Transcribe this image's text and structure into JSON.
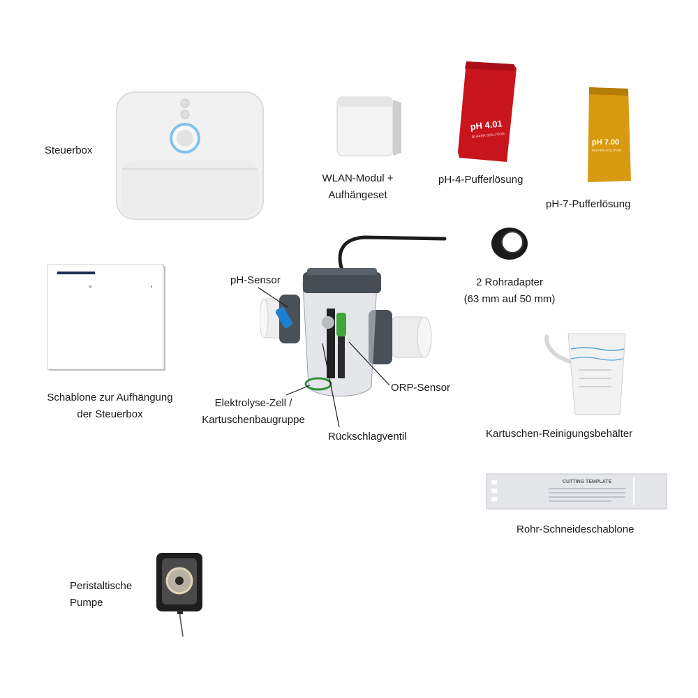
{
  "labels": {
    "control_box": "Steuerbox",
    "wifi_module_line1": "WLAN-Modul +",
    "wifi_module_line2": "Aufhängeset",
    "ph4_buffer": "pH-4-Pufferlösung",
    "ph7_buffer": "pH-7-Pufferlösung",
    "pipe_adapter_line1": "2 Rohradapter",
    "pipe_adapter_line2": "(63 mm auf 50 mm)",
    "template_line1": "Schablone zur Aufhängung",
    "template_line2": "der Steuerbox",
    "ph_sensor": "pH-Sensor",
    "orp_sensor": "ORP-Sensor",
    "electrolysis_line1": "Elektrolyse-Zell /",
    "electrolysis_line2": "Kartuschenbaugruppe",
    "check_valve": "Rückschlagventil",
    "cleaning_container": "Kartuschen-Reinigungsbehälter",
    "cutting_template_label": "Rohr-Schneideschablone",
    "pump_line1": "Peristaltische",
    "pump_line2": "Pumpe"
  },
  "sachet_texts": {
    "ph4_value": "pH 4.01",
    "ph4_sub": "BUFFER SOLUTION",
    "ph7_value": "pH 7.00",
    "ph7_sub": "BUFFER SOLUTION"
  },
  "product_texts": {
    "cutting_template_title": "CUTTING TEMPLATE"
  },
  "colors": {
    "ph4_red": "#c8141c",
    "ph7_amber": "#d89a10",
    "sensor_blue": "#1e7fd0",
    "orp_green": "#3fa63a",
    "accent_navy": "#1f2d55"
  }
}
